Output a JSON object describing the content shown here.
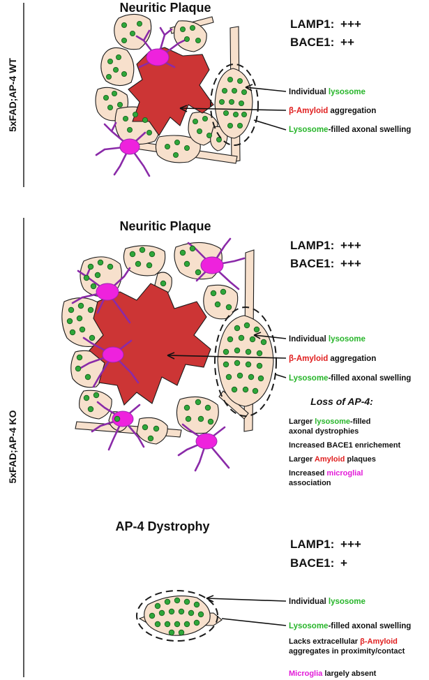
{
  "groups": [
    {
      "name": "5xFAD;AP-4 WT",
      "title": "Neuritic Plaque",
      "markers": [
        {
          "name": "LAMP1:",
          "level": "+++"
        },
        {
          "name": "BACE1:",
          "level": "++"
        }
      ],
      "labels": [
        {
          "parts": [
            {
              "text": "Individual "
            },
            {
              "text": "lysosome",
              "color": "green"
            }
          ]
        },
        {
          "parts": [
            {
              "text": "β-Amyloid",
              "color": "red"
            },
            {
              "text": " aggregation"
            }
          ]
        },
        {
          "parts": [
            {
              "text": "Lysosome",
              "color": "green"
            },
            {
              "text": "-filled axonal swelling"
            }
          ]
        }
      ]
    },
    {
      "name": "5xFAD;AP-4 KO",
      "title": "Neuritic Plaque",
      "markers": [
        {
          "name": "LAMP1:",
          "level": "+++"
        },
        {
          "name": "BACE1:",
          "level": "+++"
        }
      ],
      "labels": [
        {
          "parts": [
            {
              "text": "Individual "
            },
            {
              "text": "lysosome",
              "color": "green"
            }
          ]
        },
        {
          "parts": [
            {
              "text": "β-Amyloid",
              "color": "red"
            },
            {
              "text": " aggregation"
            }
          ]
        },
        {
          "parts": [
            {
              "text": "Lysosome",
              "color": "green"
            },
            {
              "text": "-filled axonal swelling"
            }
          ]
        }
      ],
      "loss_heading": "Loss of AP-4:",
      "loss_items": [
        [
          [
            {
              "text": "Larger "
            },
            {
              "text": "lysosome",
              "color": "green"
            },
            {
              "text": "-filled"
            }
          ],
          [
            {
              "text": "axonal dystrophies"
            }
          ]
        ],
        [
          [
            {
              "text": "Increased BACE1 enrichement"
            }
          ]
        ],
        [
          [
            {
              "text": "Larger "
            },
            {
              "text": "Amyloid",
              "color": "red"
            },
            {
              "text": " plaques"
            }
          ]
        ],
        [
          [
            {
              "text": "Increased "
            },
            {
              "text": "microglial",
              "color": "magenta"
            }
          ],
          [
            {
              "text": "association"
            }
          ]
        ]
      ],
      "dystrophy": {
        "title": "AP-4 Dystrophy",
        "markers": [
          {
            "name": "LAMP1:",
            "level": "+++"
          },
          {
            "name": "BACE1:",
            "level": "+"
          }
        ],
        "labels": [
          [
            [
              {
                "text": "Individual "
              },
              {
                "text": "lysosome",
                "color": "green"
              }
            ]
          ],
          [
            [
              {
                "text": "Lysosome",
                "color": "green"
              },
              {
                "text": "-filled axonal swelling"
              }
            ]
          ],
          [
            [
              {
                "text": "Lacks extracellular "
              },
              {
                "text": "β-Amyloid",
                "color": "red"
              }
            ],
            [
              {
                "text": "aggregates in proximity/contact"
              }
            ]
          ],
          [
            [
              {
                "text": "Microglia",
                "color": "magenta"
              },
              {
                "text": " largely absent"
              }
            ]
          ]
        ]
      }
    }
  ],
  "colors": {
    "lysosome": "#2fa63a",
    "amyloid": "#cc3535",
    "microglia": "#ee22dd",
    "cell": "#f7e0cc",
    "text_green": "#27b52a",
    "text_red": "#e01e1e",
    "text_magenta": "#e21ad8"
  },
  "icons": [
    "lysosome-dot",
    "amyloid-plaque",
    "microglia-cell",
    "axon-cell",
    "dashed-swelling-outline"
  ]
}
